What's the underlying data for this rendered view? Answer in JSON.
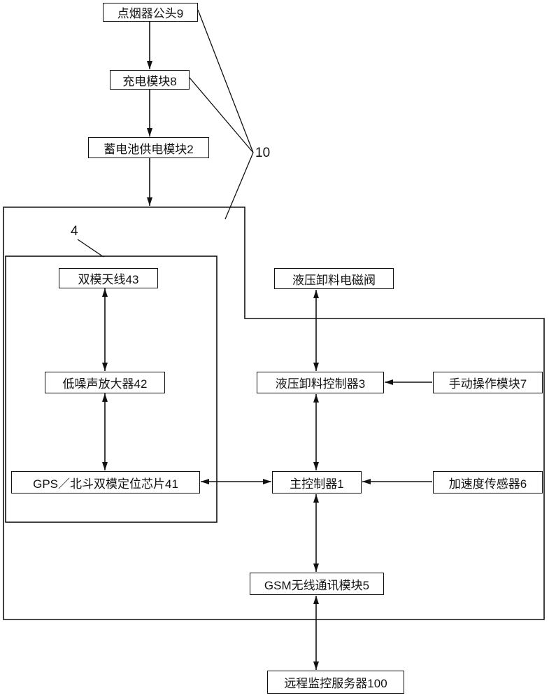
{
  "diagram": {
    "nodes": {
      "lighter_plug": {
        "label": "点烟器公头9"
      },
      "charging_module": {
        "label": "充电模块8"
      },
      "battery_module": {
        "label": "蓄电池供电模块2"
      },
      "dual_antenna": {
        "label": "双模天线43"
      },
      "solenoid_valve": {
        "label": "液压卸料电磁阀"
      },
      "lna": {
        "label": "低噪声放大器42"
      },
      "unload_controller": {
        "label": "液压卸料控制器3"
      },
      "manual_module": {
        "label": "手动操作模块7"
      },
      "gps_chip": {
        "label": "GPS／北斗双模定位芯片41"
      },
      "main_controller": {
        "label": "主控制器1"
      },
      "accel_sensor": {
        "label": "加速度传感器6"
      },
      "gsm_module": {
        "label": "GSM无线通讯模块5"
      },
      "remote_server": {
        "label": "远程监控服务器100"
      }
    },
    "labels": {
      "enclosure_ref": "4",
      "cable_ref": "10"
    },
    "colors": {
      "line": "#111111",
      "background": "#ffffff"
    }
  }
}
